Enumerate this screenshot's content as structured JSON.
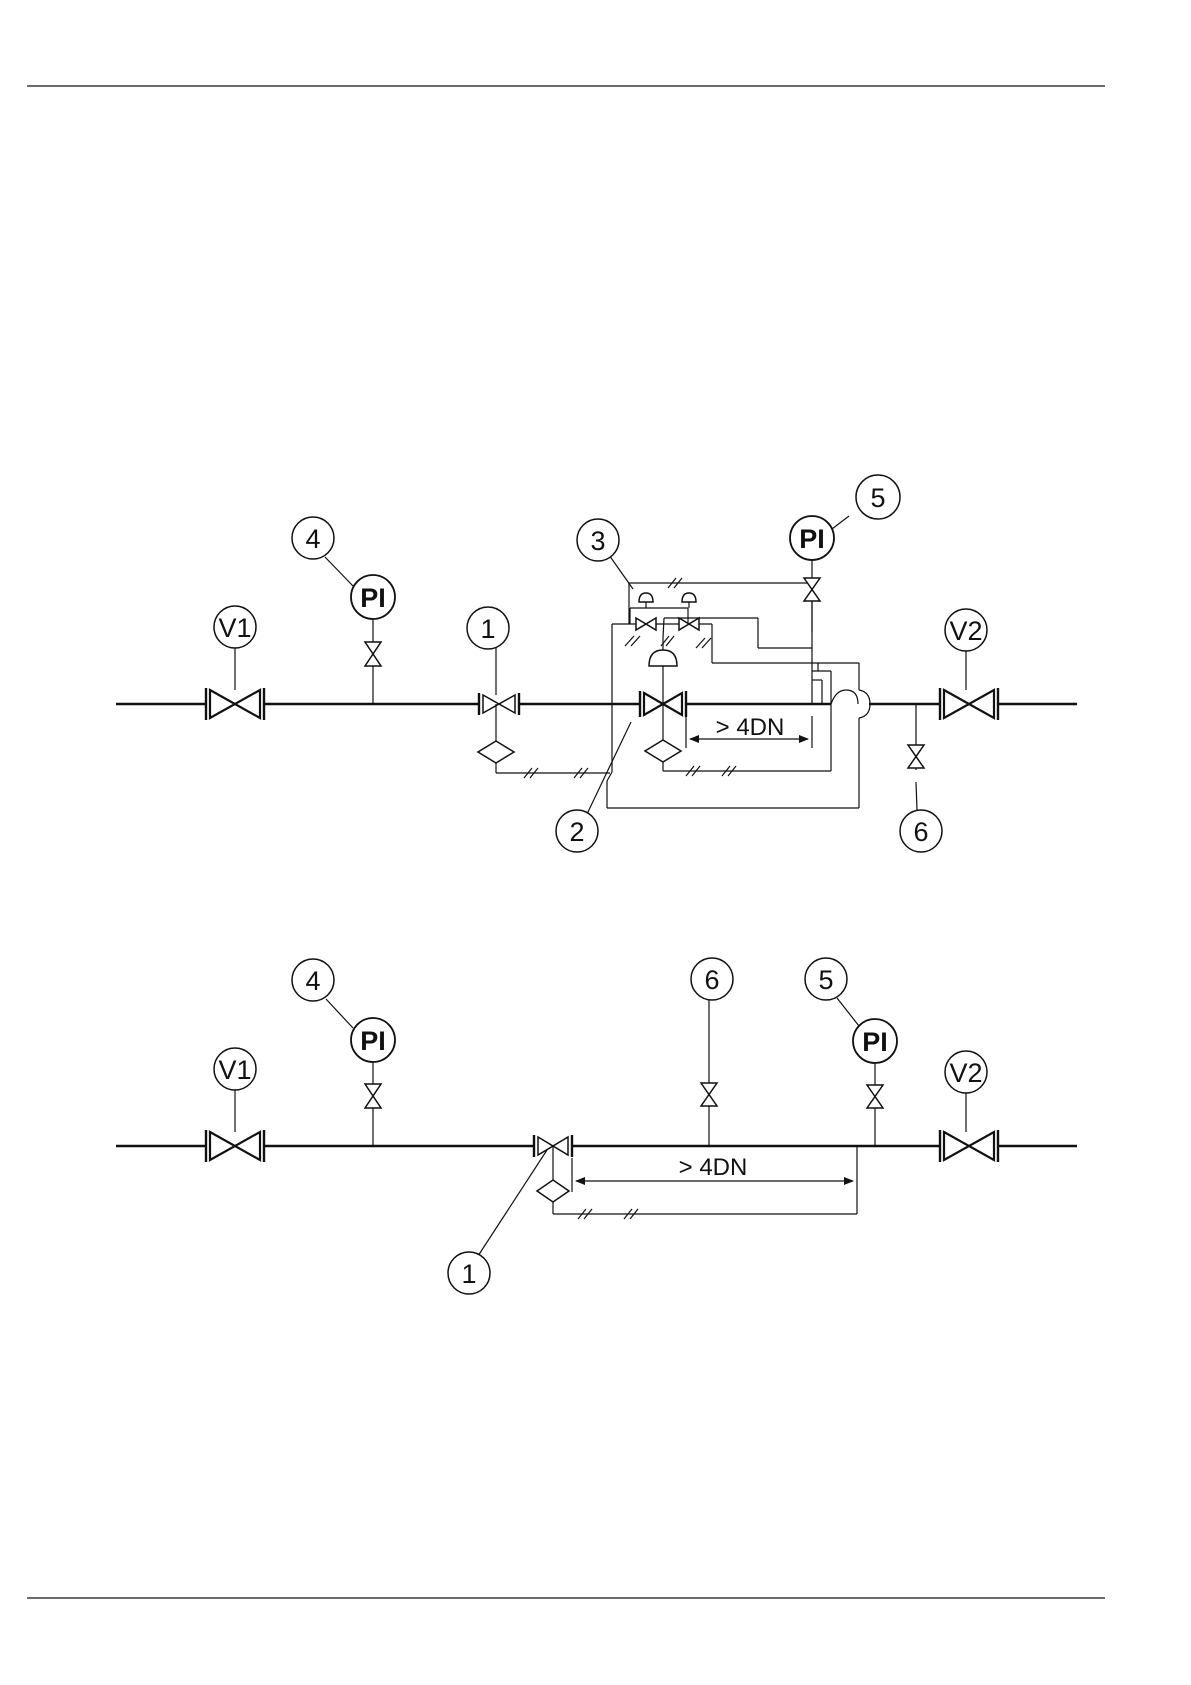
{
  "diagram_top": {
    "callouts": {
      "v1": "V1",
      "v2": "V2",
      "c1": "1",
      "c2": "2",
      "c3": "3",
      "c4": "4",
      "c5": "5",
      "c6": "6"
    },
    "instruments": {
      "pi_upstream": "PI",
      "pi_downstream": "PI"
    },
    "dimension": "> 4DN"
  },
  "diagram_bottom": {
    "callouts": {
      "v1": "V1",
      "v2": "V2",
      "c1": "1",
      "c4": "4",
      "c5": "5",
      "c6": "6"
    },
    "instruments": {
      "pi_upstream": "PI",
      "pi_downstream": "PI"
    },
    "dimension": "> 4DN"
  }
}
